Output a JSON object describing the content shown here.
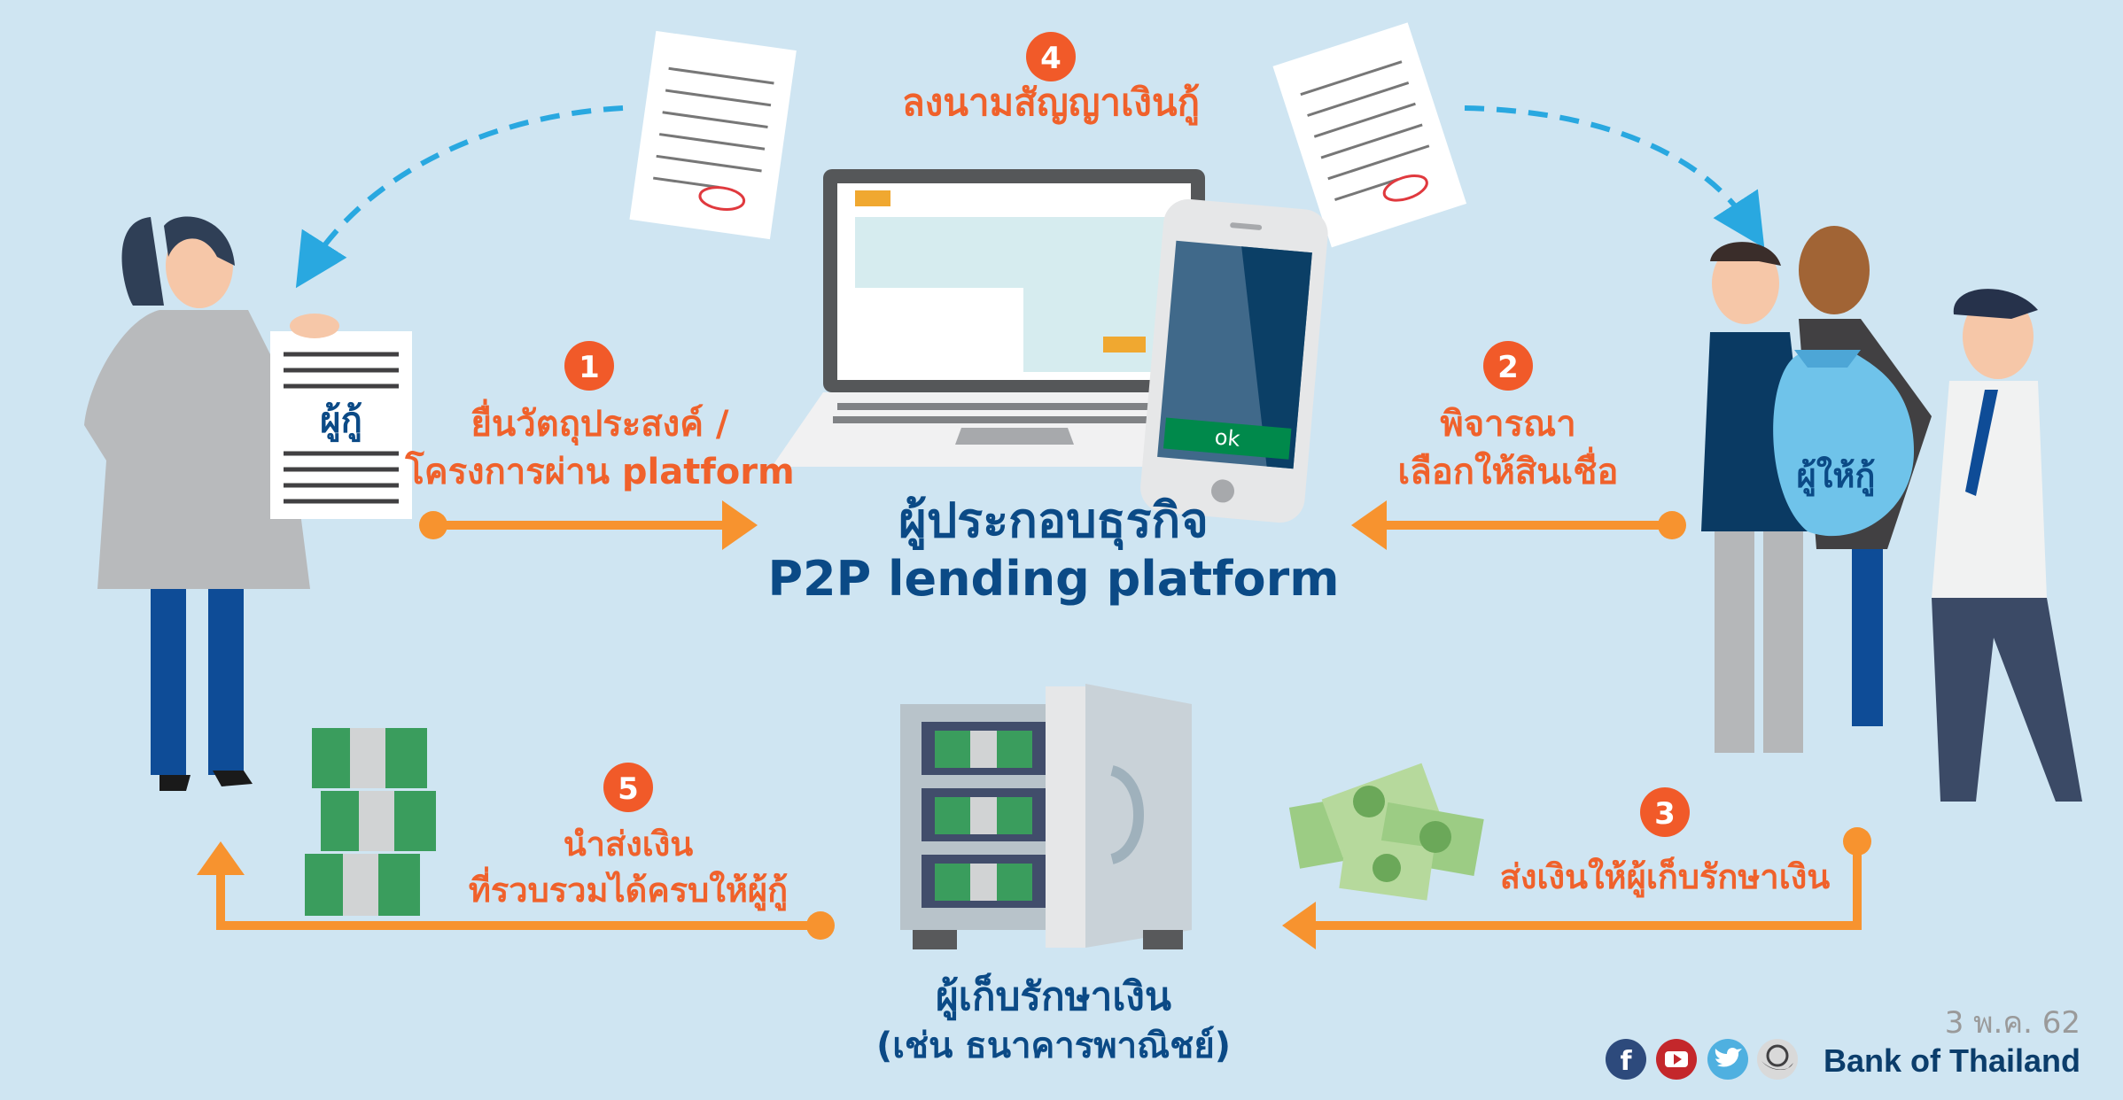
{
  "colors": {
    "background": "#cfe5f2",
    "accent_orange": "#f7932f",
    "step_red": "#f15a29",
    "text_orange": "#f0612b",
    "title_blue": "#0b4a86",
    "dash_blue": "#29a8e0"
  },
  "center": {
    "title_th": "ผู้ประกอบธุรกิจ",
    "title_en": "P2P lending platform",
    "phone_button": "ok"
  },
  "steps": [
    {
      "number": "1",
      "lines": [
        "ยื่นวัตถุประสงค์ /",
        "โครงการผ่าน platform"
      ]
    },
    {
      "number": "2",
      "lines": [
        "พิจารณา",
        "เลือกให้สินเชื่อ"
      ]
    },
    {
      "number": "3",
      "lines": [
        "ส่งเงินให้ผู้เก็บรักษาเงิน"
      ]
    },
    {
      "number": "4",
      "lines": [
        "ลงนามสัญญาเงินกู้"
      ]
    },
    {
      "number": "5",
      "lines": [
        "นำส่งเงิน",
        "ที่รวบรวมได้ครบให้ผู้กู้"
      ]
    }
  ],
  "borrower": {
    "label": "ผู้กู้"
  },
  "lenders": {
    "label": "ผู้ให้กู้"
  },
  "custodian": {
    "line1": "ผู้เก็บรักษาเงิน",
    "line2": "(เช่น ธนาคารพาณิชย์)"
  },
  "footer": {
    "date": "3 พ.ค. 62",
    "brand": "Bank of Thailand",
    "social_icons": [
      "facebook-icon",
      "youtube-icon",
      "twitter-icon",
      "website-globe-icon"
    ]
  }
}
